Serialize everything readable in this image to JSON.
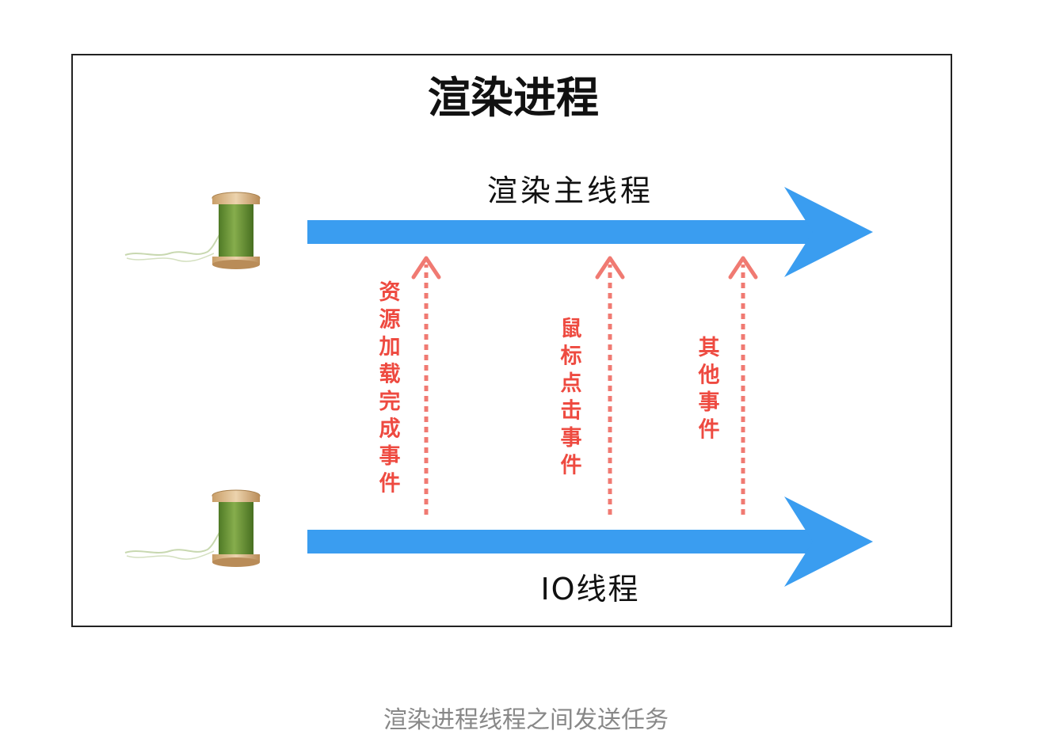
{
  "diagram": {
    "title": "渲染进程",
    "main_thread_label": "渲染主线程",
    "io_thread_label": "IO线程",
    "events": [
      {
        "label": "资源加载完成事件"
      },
      {
        "label": "鼠标点击事件"
      },
      {
        "label": "其他事件"
      }
    ],
    "colors": {
      "thread_arrow": "#3a9df0",
      "event_arrow": "#f07a72",
      "event_text": "#ee4a40",
      "spool_thread": "#6f9a3a",
      "spool_wood": "#d9b88a"
    },
    "icons": [
      "thread-spool-icon",
      "thread-spool-icon"
    ]
  },
  "caption": "渲染进程线程之间发送任务"
}
